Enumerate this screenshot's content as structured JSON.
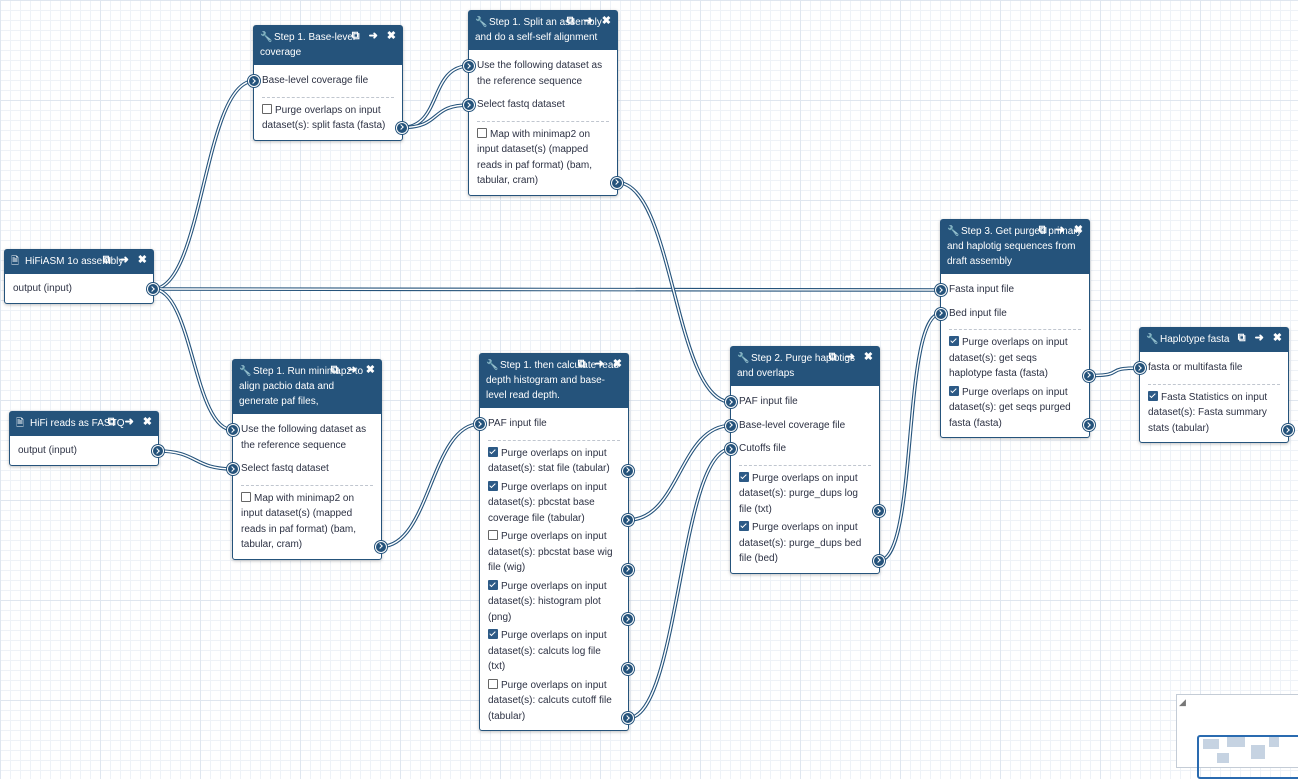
{
  "nodes": {
    "n_coverage": {
      "title": "Step 1. Base-level coverage",
      "inputs": [
        "Base-level coverage file"
      ],
      "outputs": [
        {
          "label": "Purge overlaps on input dataset(s): split fasta (fasta)",
          "checked": false
        }
      ]
    },
    "n_split": {
      "title": "Step 1. Split an assembly and do a self-self alignment",
      "inputs": [
        "Use the following dataset as the reference sequence",
        "Select fastq dataset"
      ],
      "outputs": [
        {
          "label": "Map with minimap2 on input dataset(s) (mapped reads in paf format) (bam, tabular, cram)",
          "checked": false
        }
      ]
    },
    "n_hifiasm": {
      "title": "HiFiASM 1o assembly",
      "inputs": [],
      "outputs": [
        {
          "label": "output (input)"
        }
      ]
    },
    "n_hifi": {
      "title": "HiFi reads as FASTQ",
      "inputs": [],
      "outputs": [
        {
          "label": "output (input)"
        }
      ]
    },
    "n_minimap": {
      "title": "Step 1. Run minimap2 to align pacbio data and generate paf files,",
      "inputs": [
        "Use the following dataset as the reference sequence",
        "Select fastq dataset"
      ],
      "outputs": [
        {
          "label": "Map with minimap2 on input dataset(s) (mapped reads in paf format) (bam, tabular, cram)",
          "checked": false
        }
      ]
    },
    "n_depth": {
      "title": "Step 1. then calculate read depth histogram and base-level read depth.",
      "inputs": [
        "PAF input file"
      ],
      "outputs": [
        {
          "label": "Purge overlaps on input dataset(s): stat file (tabular)",
          "checked": true
        },
        {
          "label": "Purge overlaps on input dataset(s): pbcstat base coverage file (tabular)",
          "checked": true
        },
        {
          "label": "Purge overlaps on input dataset(s): pbcstat base wig file (wig)",
          "checked": false
        },
        {
          "label": "Purge overlaps on input dataset(s): histogram plot (png)",
          "checked": true
        },
        {
          "label": "Purge overlaps on input dataset(s): calcuts log file (txt)",
          "checked": true
        },
        {
          "label": "Purge overlaps on input dataset(s): calcuts cutoff file (tabular)",
          "checked": false
        }
      ]
    },
    "n_purge": {
      "title": "Step 2. Purge haplotigs and overlaps",
      "inputs": [
        "PAF input file",
        "Base-level coverage file",
        "Cutoffs file"
      ],
      "outputs": [
        {
          "label": "Purge overlaps on input dataset(s): purge_dups log file (txt)",
          "checked": true
        },
        {
          "label": "Purge overlaps on input dataset(s): purge_dups bed file (bed)",
          "checked": true
        }
      ]
    },
    "n_getseqs": {
      "title": "Step 3. Get purged primary and haplotig sequences from draft assembly",
      "inputs": [
        "Fasta input file",
        "Bed input file"
      ],
      "outputs": [
        {
          "label": "Purge overlaps on input dataset(s): get seqs haplotype fasta (fasta)",
          "checked": true
        },
        {
          "label": "Purge overlaps on input dataset(s): get seqs purged fasta (fasta)",
          "checked": true
        }
      ]
    },
    "n_haplotype": {
      "title": "Haplotype fasta",
      "inputs": [
        "fasta or multifasta file"
      ],
      "outputs": [
        {
          "label": "Fasta Statistics on input dataset(s): Fasta summary stats (tabular)",
          "checked": true
        }
      ]
    }
  },
  "colors": {
    "header": "#25537b",
    "wire": "#25537b",
    "grid_major": "#dfe6ef",
    "grid_minor": "#eef2f7"
  },
  "icons": {
    "tool": "wrench-icon",
    "input": "file-icon",
    "clone": "clone-icon",
    "forward": "arrow-right-icon",
    "delete": "close-icon"
  }
}
